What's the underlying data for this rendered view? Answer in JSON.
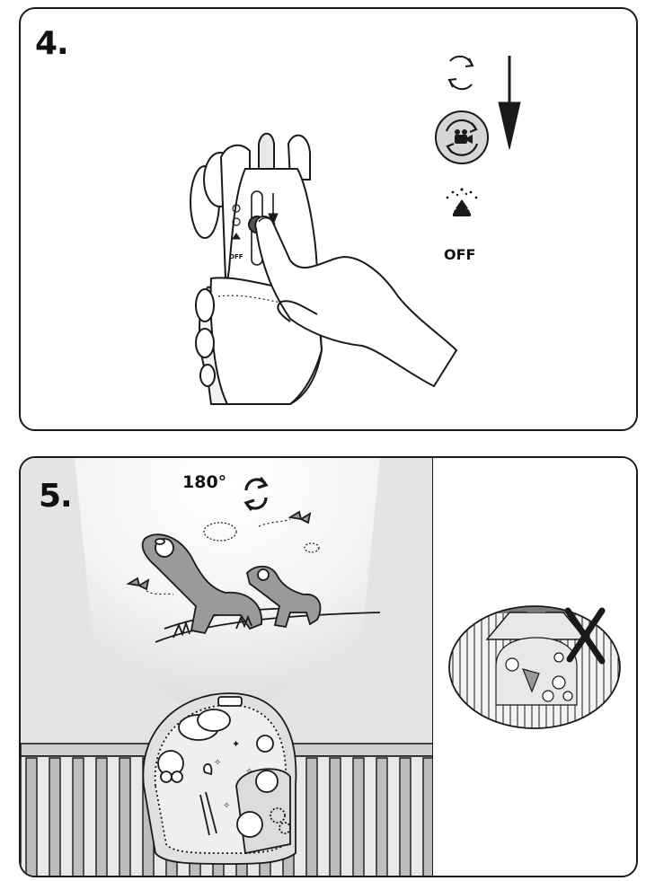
{
  "step4": {
    "number": "4.",
    "modes": [
      {
        "icon": "rotate-icon"
      },
      {
        "icon": "projector-rotate-icon",
        "selected": true
      },
      {
        "icon": "night-light-icon"
      },
      {
        "label": "OFF"
      }
    ],
    "device_switch_label_off": "OFF",
    "arrow_direction": "down"
  },
  "step5": {
    "number": "5.",
    "rotation_label": "180°",
    "rotation_icon": "rotate-360-icon",
    "inset_icon": "cross-icon"
  },
  "colors": {
    "outline": "#1a1a1a",
    "selected_bg": "#d6d6d6",
    "shade_gray": "#9a9a9a",
    "wall_gray": "#e4e4e4"
  }
}
